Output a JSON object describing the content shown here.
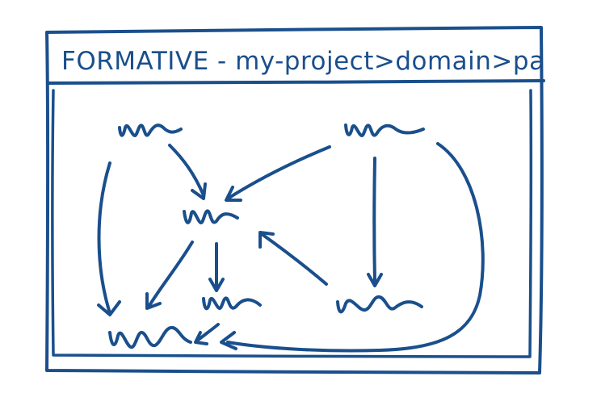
{
  "window": {
    "title": "FORMATIVE - my-project>domain>pa"
  },
  "colors": {
    "ink": "#1a4f8c",
    "background": "#ffffff"
  },
  "diagram": {
    "nodes": [
      {
        "id": "node-top-left",
        "label_kind": "scribble-placeholder"
      },
      {
        "id": "node-top-right",
        "label_kind": "scribble-placeholder"
      },
      {
        "id": "node-center",
        "label_kind": "scribble-placeholder"
      },
      {
        "id": "node-bottom-middle",
        "label_kind": "scribble-placeholder"
      },
      {
        "id": "node-bottom-right",
        "label_kind": "scribble-placeholder"
      },
      {
        "id": "node-bottom-left",
        "label_kind": "scribble-placeholder"
      }
    ],
    "edges": [
      {
        "from": "node-top-left",
        "to": "node-center"
      },
      {
        "from": "node-top-right",
        "to": "node-center"
      },
      {
        "from": "node-top-left",
        "to": "node-bottom-left"
      },
      {
        "from": "node-center",
        "to": "node-bottom-left"
      },
      {
        "from": "node-center",
        "to": "node-bottom-middle"
      },
      {
        "from": "node-bottom-right",
        "to": "node-center"
      },
      {
        "from": "node-top-right",
        "to": "node-bottom-right"
      },
      {
        "from": "node-bottom-middle",
        "to": "node-bottom-left"
      },
      {
        "from": "node-top-right",
        "to": "node-bottom-left"
      }
    ]
  }
}
